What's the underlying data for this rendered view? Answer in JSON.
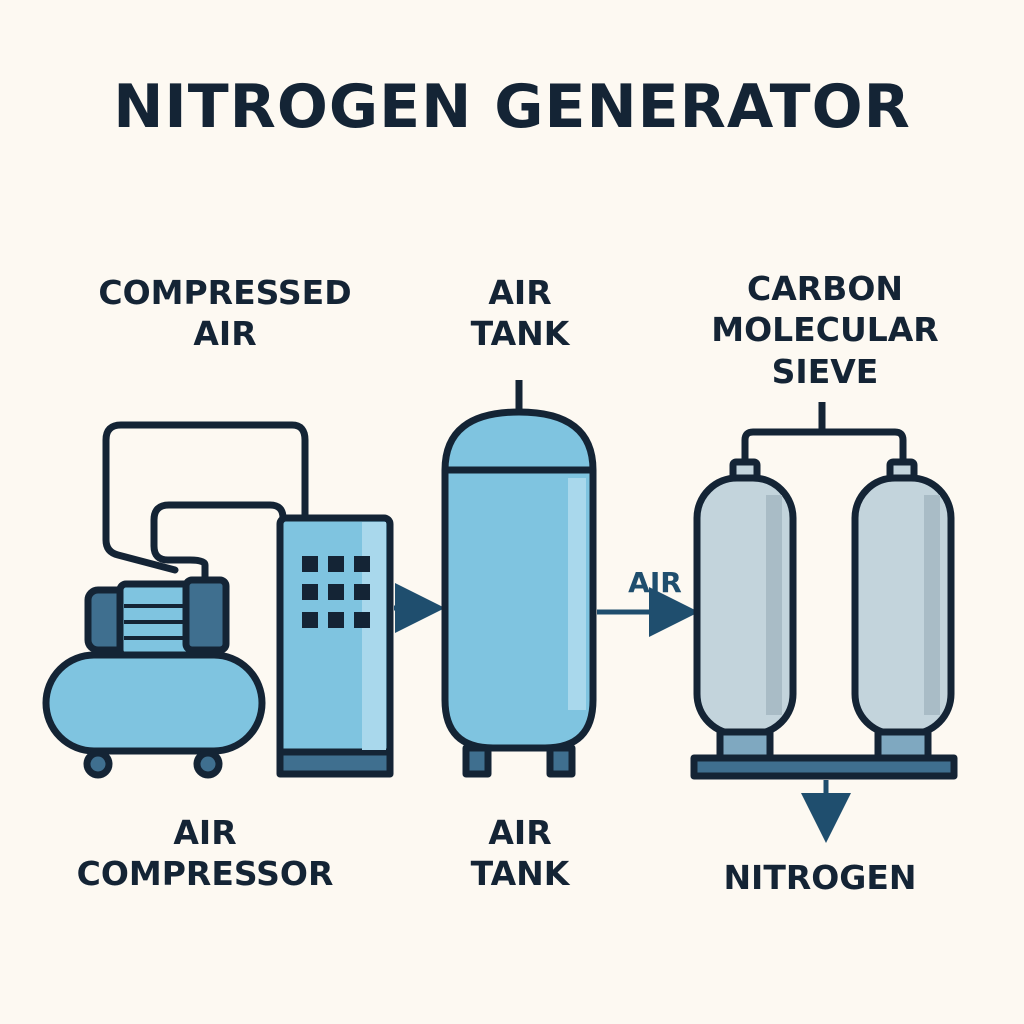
{
  "title": "NITROGEN GENERATOR",
  "labels": {
    "compressed_air": [
      "COMPRESSED",
      "AIR"
    ],
    "air_tank_top": [
      "AIR",
      "TANK"
    ],
    "carbon_sieve": [
      "CARBON",
      "MOLECULAR",
      "SIEVE"
    ],
    "air_compressor": [
      "AIR",
      "COMPRESSOR"
    ],
    "air_tank_bottom": [
      "AIR",
      "TANK"
    ],
    "nitrogen": "NITROGEN",
    "air_flow": "AIR"
  },
  "icons": {
    "compressor": "air-compressor-icon",
    "control_cabinet": "control-cabinet-icon",
    "air_tank": "air-tank-icon",
    "sieve_vessels": "carbon-sieve-vessel-icon"
  },
  "colors": {
    "background": "#fdf9f2",
    "ink": "#142435",
    "blue_fill": "#7fc4e0",
    "blue_light": "#a9d8ec",
    "blue_dark": "#3f6f8f",
    "steel_fill": "#c3d4dc",
    "arrow": "#1f4e6e"
  }
}
